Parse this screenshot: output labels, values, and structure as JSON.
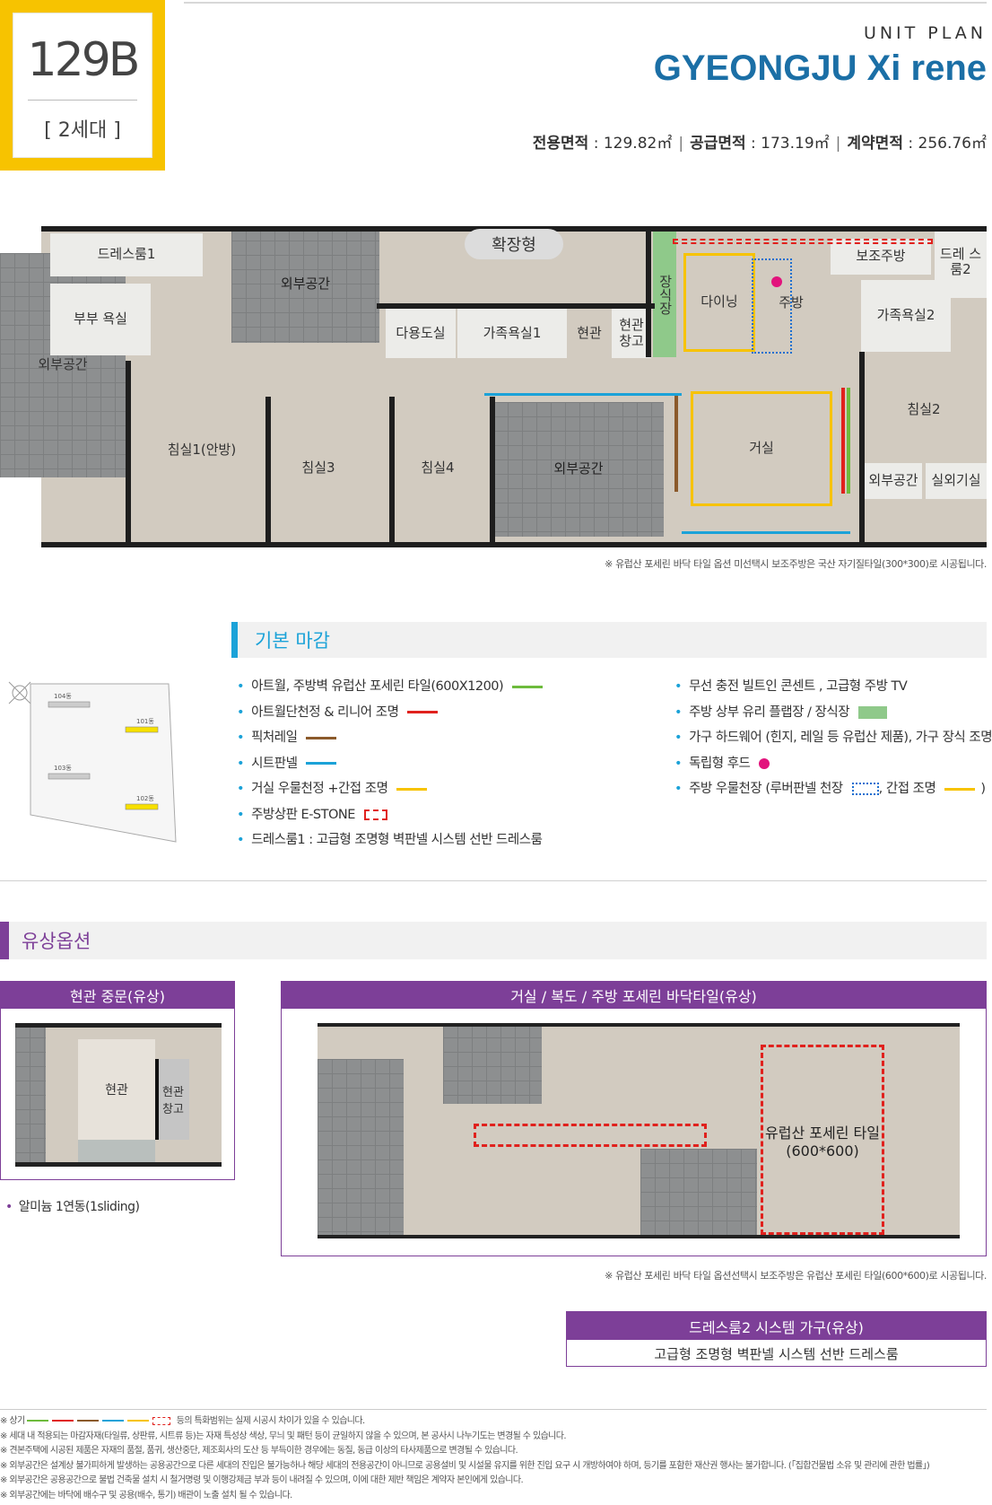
{
  "unit": {
    "type": "129B",
    "households": "[ 2세대 ]"
  },
  "header": {
    "kicker": "UNIT PLAN",
    "title": "GYEONGJU Xi rene"
  },
  "areas": [
    {
      "label": "전용면적",
      "value": " : 129.82㎡"
    },
    {
      "label": "공급면적",
      "value": " : 173.19㎡"
    },
    {
      "label": "계약면적",
      "value": " : 256.76㎡"
    }
  ],
  "plan": {
    "expansion_label": "확장형",
    "rooms": {
      "dressroom1": "드레스룸1",
      "master_bath": "부부 욕실",
      "outdoor_left": "외부공간",
      "outdoor_top": "외부공간",
      "outdoor_mid": "외부공간",
      "outdoor_right": "외부공간",
      "utility": "다용도실",
      "family_bath1": "가족욕실1",
      "entrance": "현관",
      "entrance_storage": "현관 창고",
      "deco_cabinet": "장식장",
      "dining": "다이닝",
      "kitchen": "주방",
      "sub_kitchen": "보조주방",
      "dressroom2": "드레 스룸2",
      "family_bath2": "가족욕실2",
      "bedroom1": "침실1(안방)",
      "bedroom3": "침실3",
      "bedroom4": "침실4",
      "living": "거실",
      "bedroom2": "침실2",
      "outdoor_unit": "실외기실"
    },
    "note": "※ 유럽산 포세린 바닥 타일 옵션 미선택시 보조주방은 국산 자기질타일(300*300)로 시공됩니다."
  },
  "basic_finish": {
    "title": "기본 마감",
    "left_items": [
      {
        "text": "아트월, 주방벽 유럽산 포세린 타일(600X1200)",
        "swatch": "line",
        "color": "#6dbb3c"
      },
      {
        "text": "아트월단천정 & 리니어 조명",
        "swatch": "line",
        "color": "#e0211d"
      },
      {
        "text": "픽처레일",
        "swatch": "line",
        "color": "#8b5a2b"
      },
      {
        "text": "시트판넬",
        "swatch": "line",
        "color": "#1ba2d8"
      },
      {
        "text": "거실 우물천정 +간접 조명",
        "swatch": "line",
        "color": "#f7c300"
      },
      {
        "text": "주방상판 E-STONE",
        "swatch": "dashed-red",
        "color": "#e0211d"
      },
      {
        "text": "드레스룸1 : 고급형 조명형 벽판넬 시스템 선반 드레스룸",
        "swatch": "none",
        "color": ""
      }
    ],
    "right_items": [
      {
        "text": "무선 충전 빌트인 콘센트 , 고급형 주방 TV",
        "swatch": "none",
        "color": ""
      },
      {
        "text": "주방 상부 유리 플랩장 / 장식장",
        "swatch": "block",
        "color": "#8fc98a"
      },
      {
        "text": "가구 하드웨어 (힌지, 레일 등 유럽산 제품), 가구 장식 조명",
        "swatch": "none",
        "color": ""
      },
      {
        "text": "독립형 후드",
        "swatch": "dot",
        "color": "#e2137c"
      },
      {
        "text": "주방 우물천장 (루버판넬 천장",
        "swatch": "louver",
        "color": "#1b6fd0"
      }
    ],
    "louver_tail": ", 간접 조명",
    "louver_close": ")",
    "keymap": {
      "buildings": [
        "104동",
        "101동",
        "103동",
        "102동"
      ]
    }
  },
  "paid_options": {
    "title": "유상옵션",
    "entrance_door": {
      "title": "현관 중문(유상)",
      "entrance": "현관",
      "storage": "현관 창고",
      "note": "알미늄 1연동(1sliding)"
    },
    "floor_tile": {
      "title": "거실 / 복도 / 주방 포세린 바닥타일(유상)",
      "callout": "유럽산 포세린 타일 (600*600)",
      "note": "※ 유럽산 포세린 바닥 타일 옵션선택시 보조주방은 유럽산 포세린 타일(600*600)로 시공됩니다."
    },
    "dressroom2": {
      "title": "드레스룸2 시스템 가구(유상)",
      "body": "고급형 조명형 벽판넬 시스템 선반 드레스룸"
    }
  },
  "footnotes": {
    "first_prefix": "※ 상기",
    "first_suffix": "등의 특화범위는 실제 시공시 차이가 있을 수 있습니다.",
    "lines": [
      "※ 세대 내 적용되는 마감자재(타일류, 상판류, 시트류 등)는 자재 특성상 색상, 무늬 및 패턴 등이 균일하지 않을 수 있으며, 본 공사시 나누기도는 변경될 수 있습니다.",
      "※ 견본주택에 시공된 제품은 자재의 품절, 품귀, 생산중단, 제조회사의 도산 등 부득이한 경우에는 동질, 동급 이상의 타사제품으로 변경될 수 있습니다.",
      "※ 외부공간은 설계상 불가피하게 발생하는 공용공간으로 다른 세대의 진입은 불가능하나 해당 세대의 전용공간이 아니므로 공용설비 및 시설물 유지를 위한 진입 요구 시 개방하여야 하며, 등기를 포함한 재산권 행사는 불가합니다. (「집합건물법 소유 및 관리에 관한 법률」)",
      "※ 외부공간은 공용공간으로 불법 건축물 설치 시 철거명령 및 이행강제금 부과 등이 내려질 수 있으며, 이에 대한 제반 책임은 계약자 본인에게 있습니다.",
      "※ 외부공간에는 바닥에 배수구 및 공용(배수, 통기) 배관이 노출 설치 될 수 있습니다."
    ],
    "swatch_colors": [
      "#6dbb3c",
      "#e0211d",
      "#8b5a2b",
      "#1ba2d8",
      "#f7c300"
    ]
  }
}
